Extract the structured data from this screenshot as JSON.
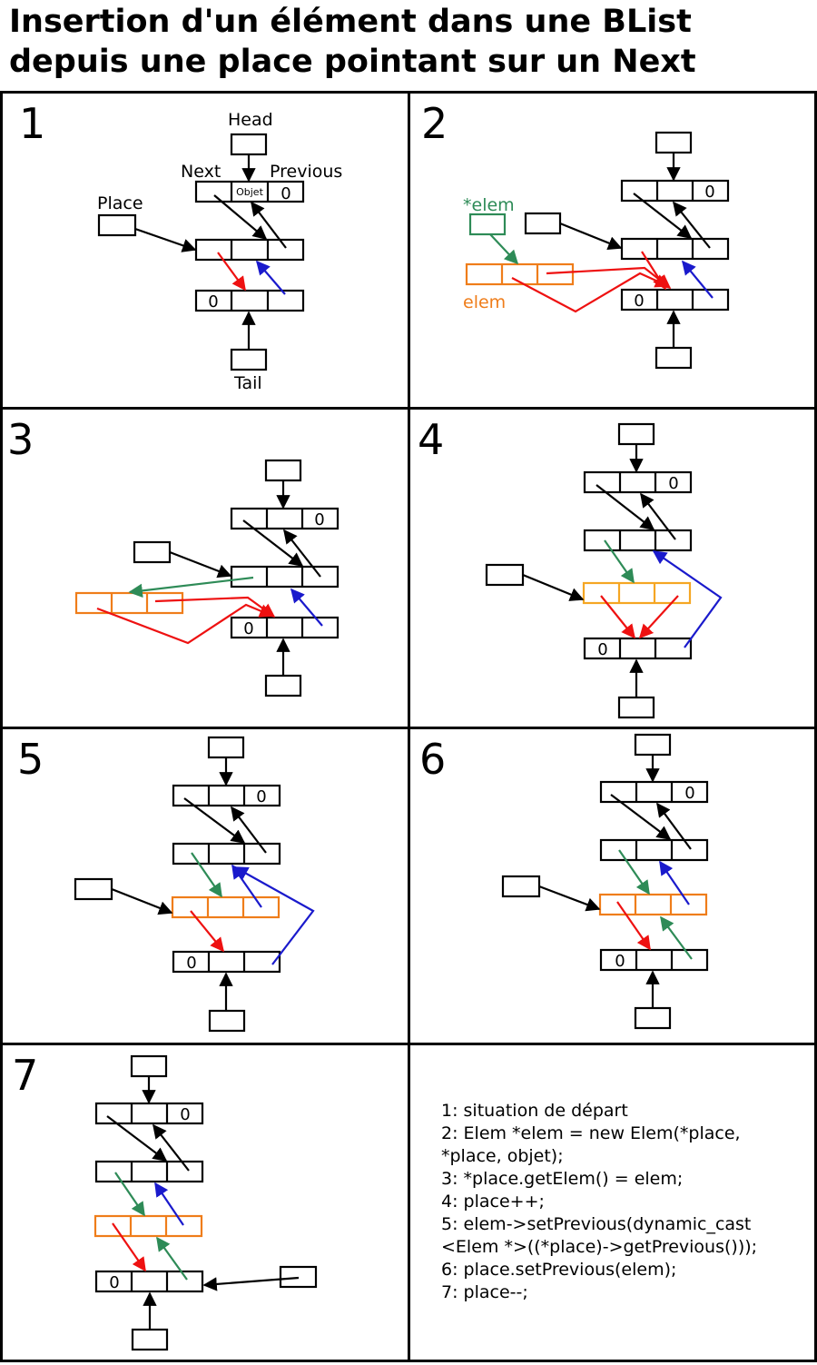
{
  "title": {
    "line1": "Insertion d'un élément dans une BList",
    "line2": "depuis une place pointant sur un Next"
  },
  "labels": {
    "head": "Head",
    "next": "Next",
    "previous": "Previous",
    "place": "Place",
    "objet": "Objet",
    "tail": "Tail",
    "elem_ptr": "*elem",
    "elem": "elem",
    "null_cell": "0"
  },
  "panels": [
    {
      "number": "1"
    },
    {
      "number": "2"
    },
    {
      "number": "3"
    },
    {
      "number": "4"
    },
    {
      "number": "5"
    },
    {
      "number": "6"
    },
    {
      "number": "7"
    }
  ],
  "steps": [
    "1: situation de départ",
    "2: Elem *elem = new Elem(*place,",
    "*place, objet);",
    "3: *place.getElem() = elem;",
    "4: place++;",
    "5: elem->setPrevious(dynamic_cast",
    "<Elem *>((*place)->getPrevious()));",
    "6: place.setPrevious(elem);",
    "7: place--;"
  ],
  "colors": {
    "black": "#000000",
    "red": "#ee1111",
    "blue": "#1a1acc",
    "green": "#2e8b57",
    "orange": "#ef7d1a"
  }
}
